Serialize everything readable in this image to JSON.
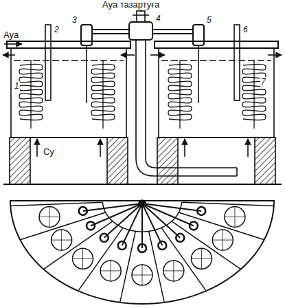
{
  "diagram": {
    "labels": [
      "Ауа тазартуға",
      "Ауа",
      "2",
      "3",
      "4",
      "5",
      "6",
      "7",
      "1",
      "Су"
    ]
  }
}
